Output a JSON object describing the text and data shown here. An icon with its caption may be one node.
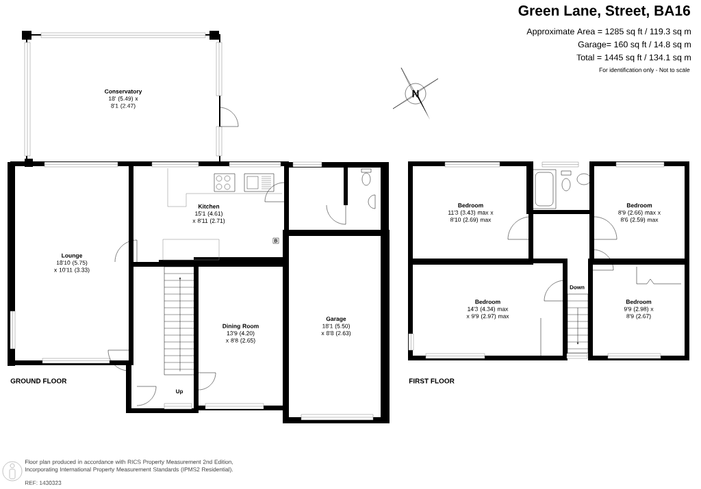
{
  "diagram": {
    "title": "Green Lane, Street, BA16",
    "nodes": [
      {
        "text": [
          "Conservatory",
          "18' (5.49) x 8'1 (2.47)"
        ]
      },
      {
        "text": [
          "Lounge",
          "18'10 (5.75) x 10'11 (3.33)"
        ]
      },
      {
        "text": [
          "Kitchen",
          "15'1 (4.61) x 8'11 (2.71)"
        ]
      },
      {
        "text": [
          "Dining Room",
          "13'9 (4.20) x 8'8 (2.65)"
        ]
      },
      {
        "text": [
          "Garage",
          "18'1 (5.50) x 8'8 (2.63)"
        ]
      },
      {
        "text": [
          "Bedroom",
          "11'3 (3.43) max x 8'10 (2.69) max"
        ]
      },
      {
        "text": [
          "Bedroom",
          "8'9 (2.66) max x 8'6 (2.59) max"
        ]
      },
      {
        "text": [
          "Bedroom",
          "14'3 (4.34) max x 9'9 (2.97) max"
        ]
      },
      {
        "text": [
          "Bedroom",
          "9'9 (2.98) x 8'9 (2.67)"
        ]
      }
    ],
    "labels": [
      "Approximate Area = 1285 sq ft / 119.3 sq m",
      "Garage= 160 sq ft / 14.8 sq m",
      "Total = 1445 sq ft / 134.1 sq m",
      "For identification only - Not to scale",
      "N",
      "B",
      "GROUND FLOOR",
      "Up",
      "Down",
      "FIRST FLOOR",
      "Floor plan produced in accordance with RICS Property Measurement 2nd Edition, Incorporating International Property Measurement Standards (IPMS2 Residential).",
      "REF: 1430323"
    ]
  }
}
